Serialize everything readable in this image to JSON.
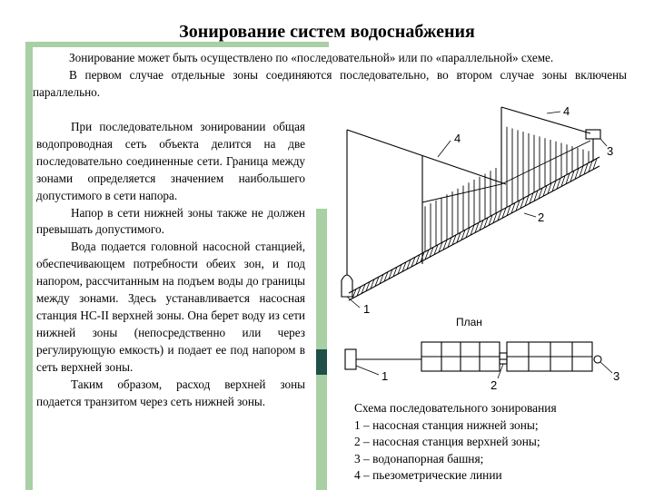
{
  "slide": {
    "title": "Зонирование систем водоснабжения"
  },
  "intro": {
    "p1": "Зонирование может быть осуществлено по «последовательной» или по «параллельной» схеме.",
    "p2": "В первом случае отдельные зоны соединяются последовательно, во втором случае зоны включены параллельно."
  },
  "body": {
    "p3": "При последовательном зонировании общая водопроводная сеть объекта делится на две последовательно соединенные сети. Граница между зонами определяется значением наибольшего допустимого в сети напора.",
    "p4": "Напор в сети нижней зоны также не должен превышать допустимого.",
    "p5": "Вода подается головной насосной станцией, обеспечивающем потребности обеих зон, и под напором, рассчитанным на подъем воды до границы между зонами. Здесь устанавливается насосная станция НС-II верхней зоны. Она берет воду из сети нижней зоны (непосредственно или через регулирующую емкость) и подает ее под напором в сеть верхней зоны.",
    "p6": "Таким образом, расход верхней зоны подается транзитом через сеть нижней зоны."
  },
  "figure": {
    "plan_label": "План",
    "labels": {
      "n1": "1",
      "n2": "2",
      "n3": "3",
      "n4": "4"
    }
  },
  "caption": {
    "title": "Схема последовательного зонирования",
    "items": [
      "1 – насосная станция нижней зоны;",
      "2 – насосная станция верхней зоны;",
      "3 – водонапорная башня;",
      "4 – пьезометрические линии"
    ]
  }
}
